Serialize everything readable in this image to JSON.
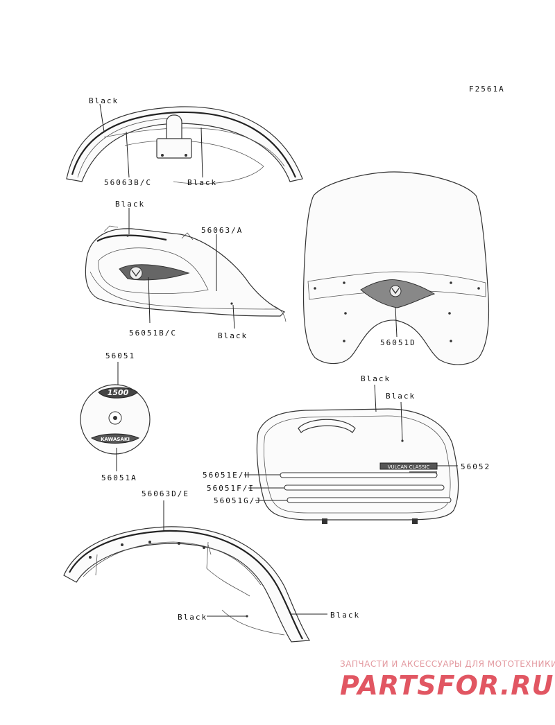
{
  "figure_code": "F2561A",
  "labels": {
    "rear_fender_black_top": "Black",
    "rear_fender_part": "56063B/C",
    "rear_fender_black_right": "Black",
    "tank_black_top": "Black",
    "tank_part_a": "56063/A",
    "tank_emblem_part": "56051B/C",
    "tank_black_bottom": "Black",
    "windshield_emblem_part": "56051D",
    "cover_part_top": "56051",
    "cover_part_bottom": "56051A",
    "saddlebag_black_1": "Black",
    "saddlebag_black_2": "Black",
    "saddlebag_badge_part": "56052",
    "saddlebag_stripe_1": "56051E/H",
    "saddlebag_stripe_2": "56051F/I",
    "saddlebag_stripe_3": "56051G/J",
    "front_fender_part": "56063D/E",
    "front_fender_black_left": "Black",
    "front_fender_black_right": "Black"
  },
  "emblems": {
    "cover_top_text": "1500",
    "cover_bottom_text": "KAWASAKI",
    "badge_text": "VULCAN CLASSIC"
  },
  "watermark": {
    "tagline": "ЗАПЧАСТИ И АКСЕССУАРЫ ДЛЯ МОТОТЕХНИКИ",
    "brand": "PARTSFOR.RU"
  },
  "colors": {
    "watermark_light": "#e39aa0",
    "watermark_dark": "#e15662"
  }
}
